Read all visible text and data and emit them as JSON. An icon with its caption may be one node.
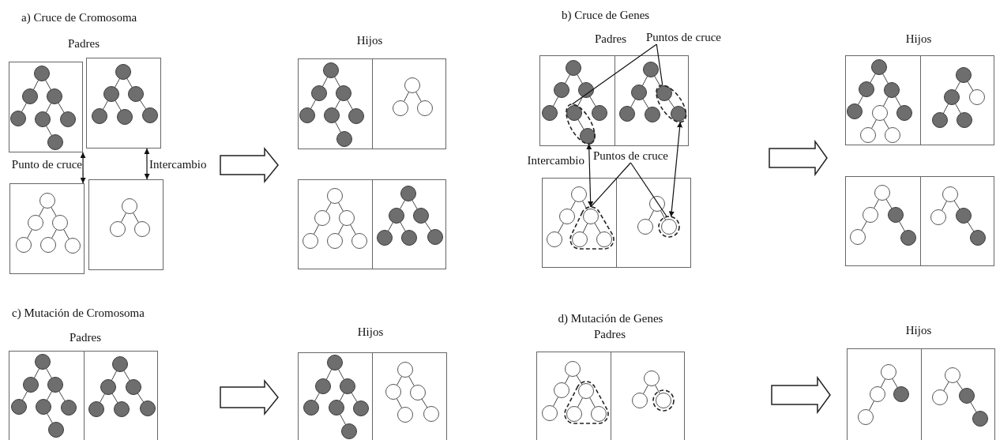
{
  "diagram": {
    "nodes": [
      {
        "text": [],
        "shape": "box"
      },
      {
        "text": [],
        "shape": "box"
      },
      {
        "text": [],
        "shape": "box"
      },
      {
        "text": [],
        "shape": "box"
      },
      {
        "text": [],
        "shape": "box"
      },
      {
        "text": [],
        "shape": "box"
      },
      {
        "text": [],
        "shape": "box"
      },
      {
        "text": [],
        "shape": "box"
      },
      {
        "text": [],
        "shape": "box"
      },
      {
        "text": [],
        "shape": "ellipse",
        "in": 8
      },
      {
        "text": [],
        "shape": "box"
      },
      {
        "text": [],
        "shape": "ellipse",
        "in": 10
      },
      {
        "text": [
          "Puntos de cruce"
        ]
      },
      {
        "text": [],
        "shape": "box"
      },
      {
        "text": [],
        "shape": "triangle",
        "in": 13
      },
      {
        "text": [],
        "shape": "box"
      },
      {
        "text": [],
        "shape": "circle",
        "in": 15
      },
      {
        "text": [
          "Puntos de cruce"
        ]
      },
      {
        "text": [],
        "shape": "box"
      },
      {
        "text": [],
        "shape": "box"
      },
      {
        "text": [],
        "shape": "box"
      },
      {
        "text": [],
        "shape": "box"
      },
      {
        "text": [],
        "shape": "box"
      },
      {
        "text": [],
        "shape": "box"
      },
      {
        "text": [],
        "shape": "box"
      },
      {
        "text": [],
        "shape": "box"
      },
      {
        "text": [],
        "shape": "box"
      },
      {
        "text": [],
        "shape": "triangle",
        "in": 26
      },
      {
        "text": [],
        "shape": "box"
      },
      {
        "text": [],
        "shape": "circle",
        "in": 28
      },
      {
        "text": [],
        "shape": "box"
      },
      {
        "text": [],
        "shape": "box"
      }
    ],
    "edges": [
      {
        "from": 0,
        "to": 2,
        "arrow": "both",
        "label": "Punto de cruce"
      },
      {
        "from": 1,
        "to": 3,
        "arrow": "both",
        "label": "Intercambio"
      },
      {
        "from": 12,
        "to": 9,
        "arrow": "none"
      },
      {
        "from": 12,
        "to": 11,
        "arrow": "none"
      },
      {
        "from": 9,
        "to": 14,
        "arrow": "both",
        "label": "Intercambio"
      },
      {
        "from": 11,
        "to": 16,
        "arrow": "both"
      },
      {
        "from": 17,
        "to": 14,
        "arrow": "none"
      },
      {
        "from": 17,
        "to": 16,
        "arrow": "none"
      }
    ],
    "labels": [
      "a) Cruce de Cromosoma",
      "Padres",
      "Hijos",
      "b) Cruce de Genes",
      "Padres",
      "Hijos",
      "c) Mutación de Cromosoma",
      "Padres",
      "Hijos",
      "d) Mutación de Genes",
      "Padres",
      "Hijos"
    ]
  }
}
